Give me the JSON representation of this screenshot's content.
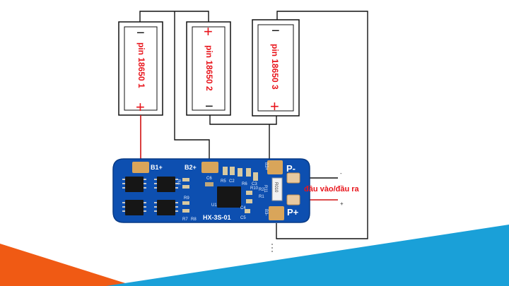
{
  "cells": [
    {
      "label": "pin 18650 1",
      "top_sign": "−",
      "bottom_sign": "+"
    },
    {
      "label": "pin 18650 2",
      "top_sign": "+",
      "bottom_sign": "−"
    },
    {
      "label": "pin 18650 3",
      "top_sign": "−",
      "bottom_sign": "+"
    }
  ],
  "board": {
    "model": "HX-3S-01",
    "pads": {
      "b1": "B1+",
      "b2": "B2+",
      "b3_top": "B3+",
      "b3_bottom": "B3-",
      "p_minus": "P-",
      "p_plus": "P+"
    },
    "components": [
      "C6",
      "R5",
      "C2",
      "R6",
      "C3",
      "R2",
      "R4",
      "R1",
      "U1",
      "C4",
      "C5",
      "R7",
      "R8",
      "R9",
      "R10",
      "R11",
      "R010"
    ]
  },
  "output": {
    "label": "đầu vào/đầu ra",
    "neg_sign": "-",
    "pos_sign": "+"
  },
  "colors": {
    "wire": "#111111",
    "red_wire": "#d01010",
    "pcb": "#0d4fb0",
    "pad": "#d9a55a",
    "accent_orange": "#f05a14",
    "accent_blue": "#1aa0d8"
  }
}
